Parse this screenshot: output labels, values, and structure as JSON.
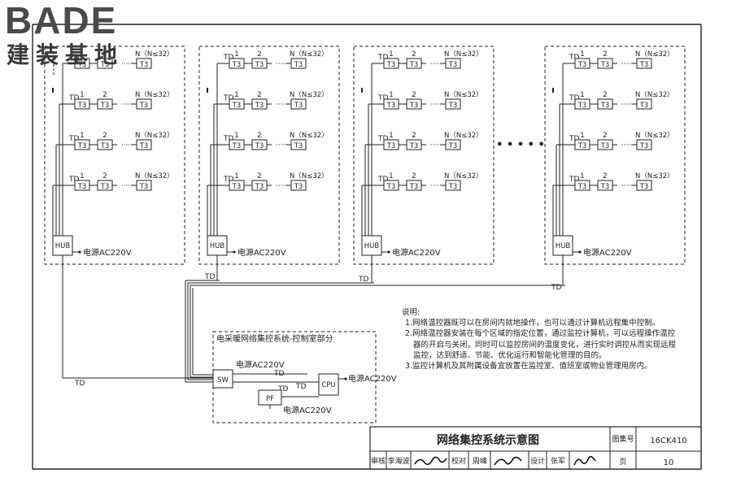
{
  "logo": {
    "brand": "BADE",
    "subtitle": "建装基地"
  },
  "labels": {
    "td": "TD",
    "t3": "T3",
    "n1": "1",
    "n2": "2",
    "nmax": "N（N≤32）",
    "dots": "·····",
    "hub": "HUB",
    "power": "电源AC220V",
    "more": "• • • • •",
    "sw": "SW",
    "pf": "PF",
    "cpu": "CPU"
  },
  "control_room": {
    "title": "电采暖网络集控系统-控制室部分"
  },
  "notes": {
    "title": "说明:",
    "items": [
      "1.网络温控器既可以在房间内就地操作，也可以通过计算机远程集中控制。",
      "2.网络温控器安装在每个区域的指定位置，通过监控计算机，可以远程操作温控器的开启与关闭，同时可以监控房间的温度变化，进行实时调控从而实现远程监控，达到舒适、节能、优化运行和智能化管理的目的。",
      "3.监控计算机及其附属设备宜放置在监控室、值班室或物业管理用房内。"
    ]
  },
  "title_block": {
    "drawing_title": "网络集控系统示意图",
    "atlas_label": "图集号",
    "atlas_no": "16CK410",
    "review_label": "审核",
    "reviewer": "李海波",
    "check_label": "校对",
    "checker": "周峰",
    "design_label": "设计",
    "designer": "张军",
    "page_label": "页",
    "page_no": "10"
  }
}
